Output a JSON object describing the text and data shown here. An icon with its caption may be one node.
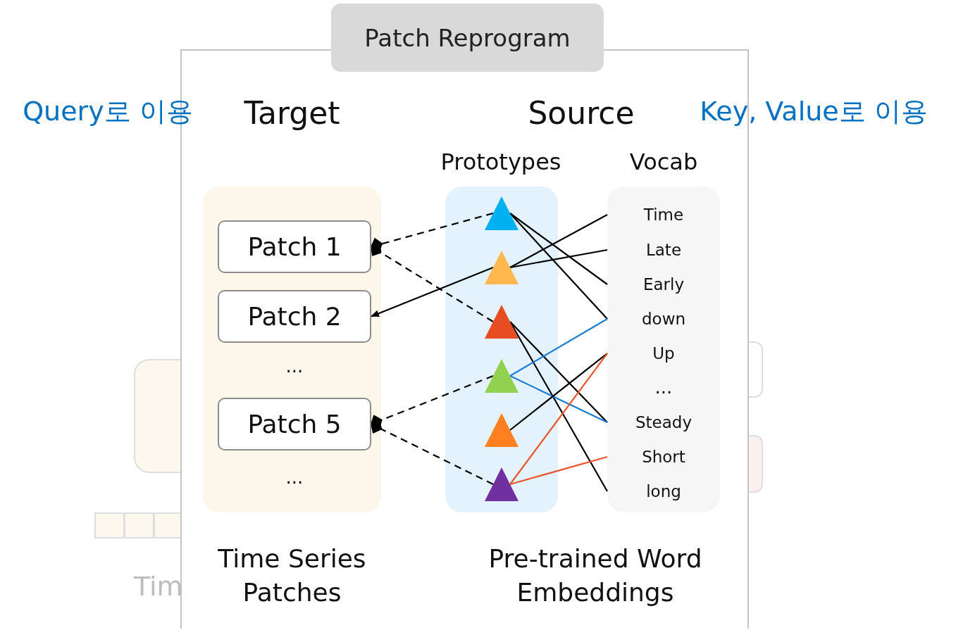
{
  "diagram": {
    "nodes": [
      {
        "text": [
          "Patch Reprogram"
        ]
      },
      {
        "text": [
          "Target"
        ],
        "in": 0,
        "beside": [
          "Time Series Patches"
        ]
      },
      {
        "text": [
          "Patch 1"
        ],
        "in": 1
      },
      {
        "text": [
          "Patch 2"
        ],
        "in": 1
      },
      {
        "text": [
          "Patch 5"
        ],
        "in": 1
      },
      {
        "text": [
          "Prototypes"
        ],
        "in": 0
      },
      {
        "text": [],
        "shape": "triangle",
        "in": 5
      },
      {
        "text": [],
        "shape": "triangle",
        "in": 5
      },
      {
        "text": [],
        "shape": "triangle",
        "in": 5
      },
      {
        "text": [],
        "shape": "triangle",
        "in": 5
      },
      {
        "text": [],
        "shape": "triangle",
        "in": 5
      },
      {
        "text": [],
        "shape": "triangle",
        "in": 5
      },
      {
        "text": [
          "Vocab"
        ],
        "in": 0
      },
      {
        "text": [
          "Time"
        ],
        "in": 12
      },
      {
        "text": [
          "Late"
        ],
        "in": 12
      },
      {
        "text": [
          "Early"
        ],
        "in": 12
      },
      {
        "text": [
          "down"
        ],
        "in": 12
      },
      {
        "text": [
          "Up"
        ],
        "in": 12
      },
      {
        "text": [
          "Steady"
        ],
        "in": 12
      },
      {
        "text": [
          "Short"
        ],
        "in": 12
      },
      {
        "text": [
          "long"
        ],
        "in": 12
      }
    ],
    "edges": [
      {
        "from": 6,
        "to": 2,
        "arrow": "other",
        "style": "dashed"
      },
      {
        "from": 8,
        "to": 2,
        "arrow": "other",
        "style": "dashed"
      },
      {
        "from": 7,
        "to": 3,
        "arrow": "to"
      },
      {
        "from": 9,
        "to": 4,
        "arrow": "other",
        "style": "dashed"
      },
      {
        "from": 11,
        "to": 4,
        "arrow": "other",
        "style": "dashed"
      },
      {
        "from": 6,
        "to": 15,
        "arrow": "none"
      },
      {
        "from": 6,
        "to": 16,
        "arrow": "none"
      },
      {
        "from": 7,
        "to": 13,
        "arrow": "none"
      },
      {
        "from": 7,
        "to": 14,
        "arrow": "none"
      },
      {
        "from": 8,
        "to": 18,
        "arrow": "none"
      },
      {
        "from": 8,
        "to": 20,
        "arrow": "none"
      },
      {
        "from": 9,
        "to": 16,
        "arrow": "none",
        "color": "#1a7fd4"
      },
      {
        "from": 9,
        "to": 18,
        "arrow": "none",
        "color": "#1a7fd4"
      },
      {
        "from": 10,
        "to": 17,
        "arrow": "none"
      },
      {
        "from": 11,
        "to": 17,
        "arrow": "none",
        "color": "#e8552d"
      },
      {
        "from": 11,
        "to": 19,
        "arrow": "none",
        "color": "#e8552d"
      }
    ],
    "labels": [
      "Query로 이용",
      "Source",
      "Key, Value로 이용",
      "...",
      "...",
      "...",
      "Pre-trained Word Embeddings",
      "Tim"
    ]
  }
}
